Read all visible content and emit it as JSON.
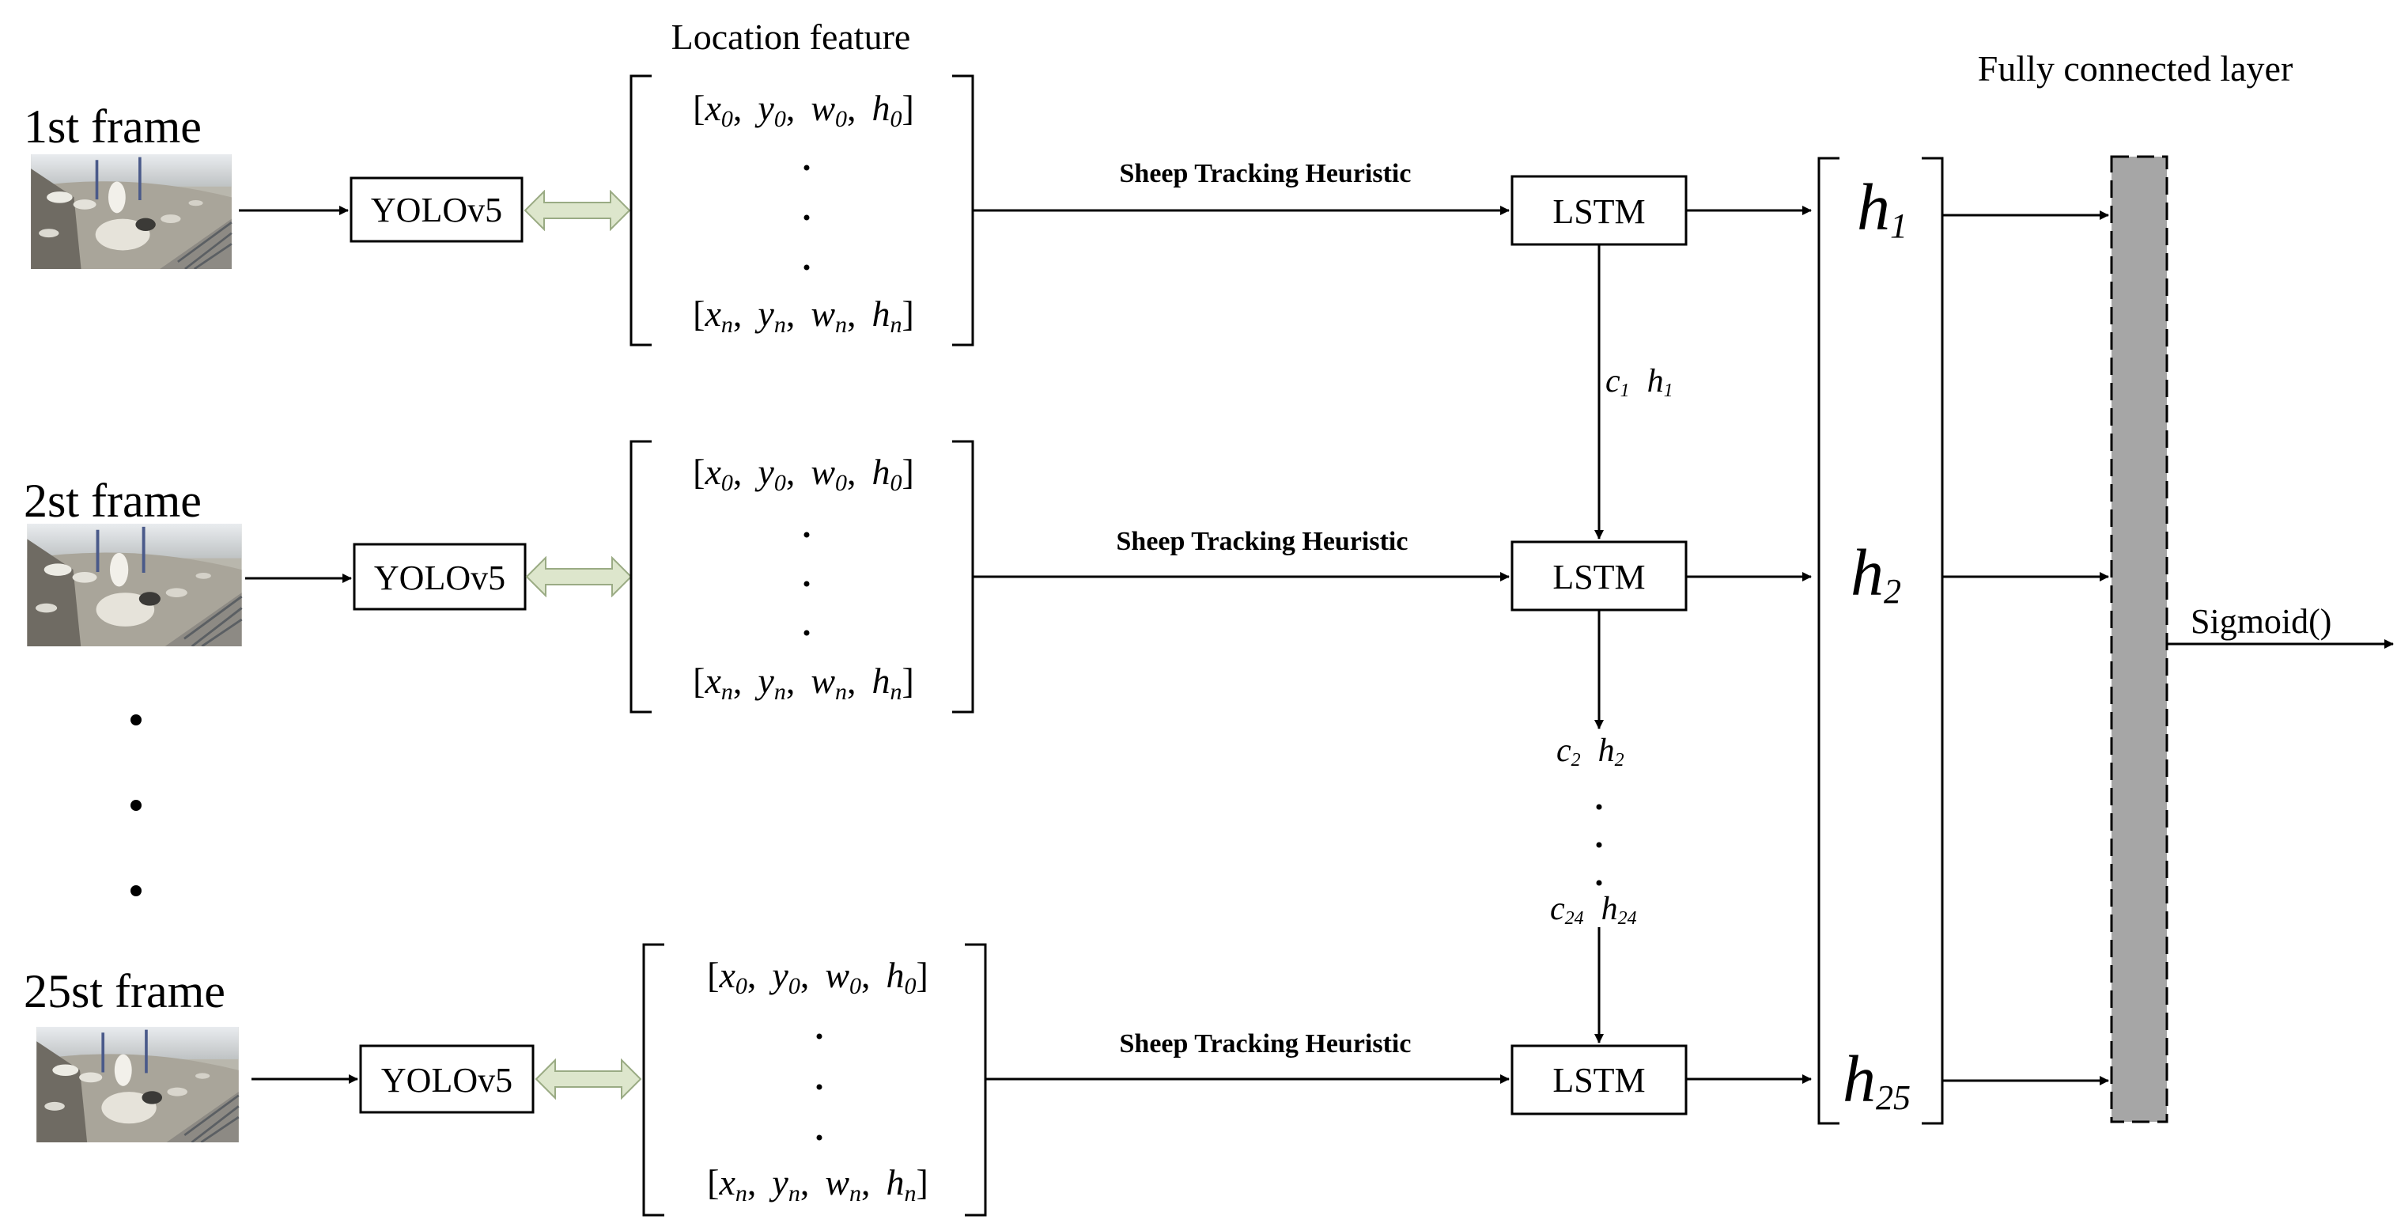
{
  "title_location": "Location feature",
  "title_fc": "Fully connected layer",
  "frames": [
    {
      "label": "1st frame"
    },
    {
      "label": "2st frame"
    },
    {
      "label": "25st frame"
    }
  ],
  "detector_label": "YOLOv5",
  "heuristic_label": "Sheep Tracking Heuristic",
  "lstm_label": "LSTM",
  "vector": {
    "first": [
      "x",
      "0",
      "y",
      "0",
      "w",
      "0",
      "h",
      "0"
    ],
    "last": [
      "x",
      "n",
      "y",
      "n",
      "w",
      "n",
      "h",
      "n"
    ],
    "sep": ","
  },
  "hidden": [
    {
      "base": "h",
      "sub": "1"
    },
    {
      "base": "h",
      "sub": "2"
    },
    {
      "base": "h",
      "sub": "25"
    }
  ],
  "states": [
    {
      "c": "c",
      "c_sub": "1",
      "h": "h",
      "h_sub": "1"
    },
    {
      "c": "c",
      "c_sub": "2",
      "h": "h",
      "h_sub": "2"
    },
    {
      "c": "c",
      "c_sub": "24",
      "h": "h",
      "h_sub": "24"
    }
  ],
  "output_label": "Sigmoid()",
  "icons": {
    "frame_thumbnail": "sheep-pen-photo",
    "double_arrow": "double-arrow-icon"
  },
  "colors": {
    "double_arrow_fill": "#dde6cc",
    "double_arrow_stroke": "#9aab84",
    "fc_layer_fill": "#a6a6a6"
  }
}
